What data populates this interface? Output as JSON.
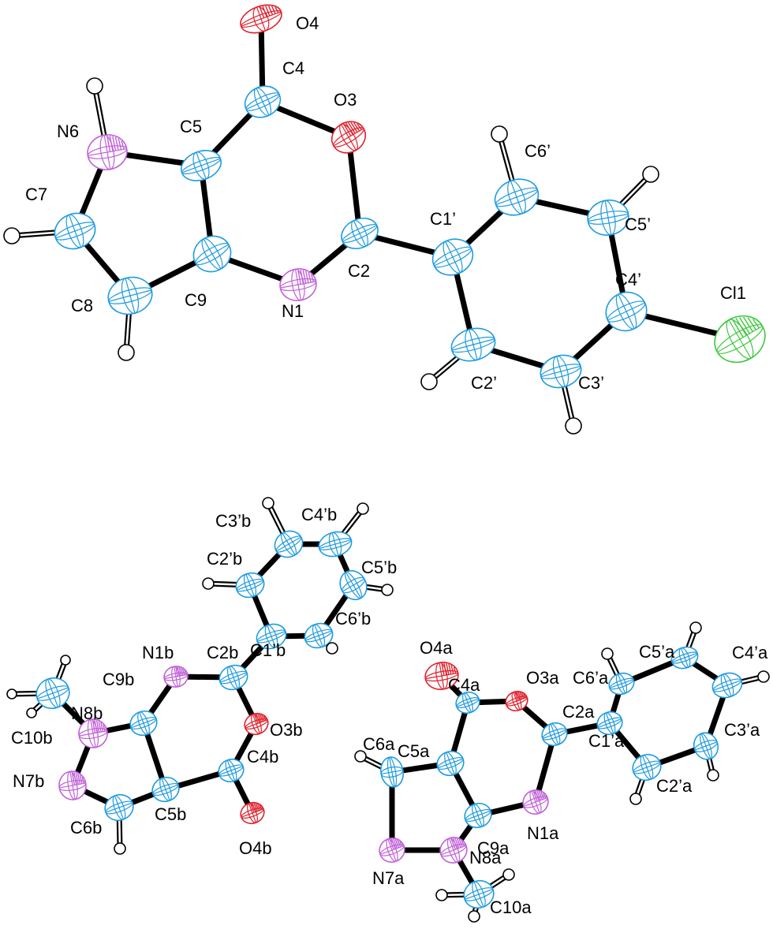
{
  "colors": {
    "C": "#1e9be0",
    "N": "#c060d8",
    "O": "#e0202c",
    "Cl": "#3cc83c",
    "H": "#ffffff",
    "bond": "#000000",
    "label": "#000000"
  },
  "molecules": [
    {
      "id": "molecule-1",
      "atoms": [
        {
          "id": "O4",
          "label": "O4",
          "element": "O"
        },
        {
          "id": "C4",
          "label": "C4",
          "element": "C"
        },
        {
          "id": "O3",
          "label": "O3",
          "element": "O"
        },
        {
          "id": "C5",
          "label": "C5",
          "element": "C"
        },
        {
          "id": "N6",
          "label": "N6",
          "element": "N"
        },
        {
          "id": "C7",
          "label": "C7",
          "element": "C"
        },
        {
          "id": "C8",
          "label": "C8",
          "element": "C"
        },
        {
          "id": "C9",
          "label": "C9",
          "element": "C"
        },
        {
          "id": "N1",
          "label": "N1",
          "element": "N"
        },
        {
          "id": "C2",
          "label": "C2",
          "element": "C"
        },
        {
          "id": "C1p",
          "label": "C1’",
          "element": "C"
        },
        {
          "id": "C2p",
          "label": "C2’",
          "element": "C"
        },
        {
          "id": "C3p",
          "label": "C3’",
          "element": "C"
        },
        {
          "id": "C4p",
          "label": "C4’",
          "element": "C"
        },
        {
          "id": "C5p",
          "label": "C5’",
          "element": "C"
        },
        {
          "id": "C6p",
          "label": "C6’",
          "element": "C"
        },
        {
          "id": "Cl1",
          "label": "Cl1",
          "element": "Cl"
        }
      ]
    },
    {
      "id": "molecule-b",
      "atoms": [
        {
          "id": "C3pb",
          "label": "C3’b",
          "element": "C"
        },
        {
          "id": "C4pb",
          "label": "C4’b",
          "element": "C"
        },
        {
          "id": "C2pb",
          "label": "C2’b",
          "element": "C"
        },
        {
          "id": "C5pb",
          "label": "C5’b",
          "element": "C"
        },
        {
          "id": "C6pb",
          "label": "C6’b",
          "element": "C"
        },
        {
          "id": "C1pb",
          "label": "C1’b",
          "element": "C"
        },
        {
          "id": "N1b",
          "label": "N1b",
          "element": "N"
        },
        {
          "id": "C2b",
          "label": "C2b",
          "element": "C"
        },
        {
          "id": "C9b",
          "label": "C9b",
          "element": "C"
        },
        {
          "id": "N8b",
          "label": "N8b",
          "element": "N"
        },
        {
          "id": "C10b",
          "label": "C10b",
          "element": "C"
        },
        {
          "id": "O3b",
          "label": "O3b",
          "element": "O"
        },
        {
          "id": "C4b",
          "label": "C4b",
          "element": "C"
        },
        {
          "id": "N7b",
          "label": "N7b",
          "element": "N"
        },
        {
          "id": "C5b",
          "label": "C5b",
          "element": "C"
        },
        {
          "id": "C6b",
          "label": "C6b",
          "element": "C"
        },
        {
          "id": "O4b",
          "label": "O4b",
          "element": "O"
        }
      ]
    },
    {
      "id": "molecule-a",
      "atoms": [
        {
          "id": "C5pa",
          "label": "C5’a",
          "element": "C"
        },
        {
          "id": "C4pa",
          "label": "C4’a",
          "element": "C"
        },
        {
          "id": "O4a",
          "label": "O4a",
          "element": "O"
        },
        {
          "id": "C4a",
          "label": "C4a",
          "element": "C"
        },
        {
          "id": "O3a",
          "label": "O3a",
          "element": "O"
        },
        {
          "id": "C6pa",
          "label": "C6’a",
          "element": "C"
        },
        {
          "id": "C2a",
          "label": "C2a",
          "element": "C"
        },
        {
          "id": "C1pa",
          "label": "C1’a",
          "element": "C"
        },
        {
          "id": "C3pa",
          "label": "C3’a",
          "element": "C"
        },
        {
          "id": "C5a",
          "label": "C5a",
          "element": "C"
        },
        {
          "id": "C6a",
          "label": "C6a",
          "element": "C"
        },
        {
          "id": "C2pa",
          "label": "C2’a",
          "element": "C"
        },
        {
          "id": "C9a",
          "label": "C9a",
          "element": "C"
        },
        {
          "id": "N1a",
          "label": "N1a",
          "element": "N"
        },
        {
          "id": "N8a",
          "label": "N8a",
          "element": "N"
        },
        {
          "id": "N7a",
          "label": "N7a",
          "element": "N"
        },
        {
          "id": "C10a",
          "label": "C10a",
          "element": "C"
        }
      ]
    }
  ]
}
